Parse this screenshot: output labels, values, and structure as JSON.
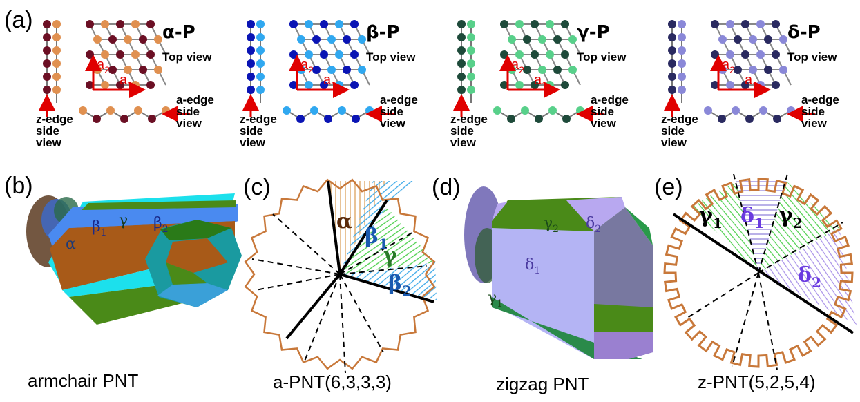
{
  "panels": {
    "a": {
      "letter": "(a)"
    },
    "b": {
      "letter": "(b)",
      "caption": "armchair PNT"
    },
    "c": {
      "letter": "(c)",
      "caption": "a-PNT(6,3,3,3)"
    },
    "d": {
      "letter": "(d)",
      "caption": "zigzag PNT"
    },
    "e": {
      "letter": "(e)",
      "caption": "z-PNT(5,2,5,4)"
    }
  },
  "phases": [
    {
      "title": "α-P",
      "top": "Top view",
      "zedge": [
        "z-edge",
        "side",
        "view"
      ],
      "aedge": [
        "a-edge",
        "side",
        "view"
      ],
      "a1": "a",
      "a1sub": "1",
      "a2": "a",
      "a2sub": "2",
      "dark": "#6b0f24",
      "light": "#e09050"
    },
    {
      "title": "β-P",
      "top": "Top view",
      "zedge": [
        "z-edge",
        "side",
        "view"
      ],
      "aedge": [
        "a-edge",
        "side",
        "view"
      ],
      "a1": "a",
      "a1sub": "1",
      "a2": "a",
      "a2sub": "2",
      "dark": "#0a14b4",
      "light": "#30a8f0"
    },
    {
      "title": "γ-P",
      "top": "Top view",
      "zedge": [
        "z-edge",
        "side",
        "view"
      ],
      "aedge": [
        "a-edge",
        "side",
        "view"
      ],
      "a1": "a",
      "a1sub": "1",
      "a2": "a",
      "a2sub": "2",
      "dark": "#1e4a3a",
      "light": "#58d08a"
    },
    {
      "title": "δ-P",
      "top": "Top view",
      "zedge": [
        "z-edge",
        "side",
        "view"
      ],
      "aedge": [
        "a-edge",
        "side",
        "view"
      ],
      "a1": "a",
      "a1sub": "1",
      "a2": "a",
      "a2sub": "2",
      "dark": "#2a2a60",
      "light": "#8a88d8"
    }
  ],
  "tubeB": {
    "alpha": "α",
    "beta1": "β",
    "beta1sub": "1",
    "gamma": "γ",
    "beta2": "β",
    "beta2sub": "2"
  },
  "crossC": {
    "alpha": "α",
    "beta1": "β",
    "beta1sub": "1",
    "gamma": "γ",
    "beta2": "β",
    "beta2sub": "2"
  },
  "tubeD": {
    "gamma2": "γ",
    "gamma2sub": "2",
    "delta2": "δ",
    "delta2sub": "2",
    "delta1": "δ",
    "delta1sub": "1",
    "gamma1": "γ",
    "gamma1sub": "1"
  },
  "crossE": {
    "gamma1": "γ",
    "gamma1sub": "1",
    "delta1": "δ",
    "delta1sub": "1",
    "gamma2": "γ",
    "gamma2sub": "2",
    "delta2": "δ",
    "delta2sub": "2"
  },
  "colors": {
    "arrow": "#e00000",
    "ring": "#c8783a",
    "alphaBrown": "#a85a18",
    "betaBlue": "#4a8af0",
    "betaCyan": "#1ce0ec",
    "gammaGreen": "#4a8a18",
    "deltaLilac": "#b8a8f0",
    "deltaLight": "#b4b4f4"
  }
}
